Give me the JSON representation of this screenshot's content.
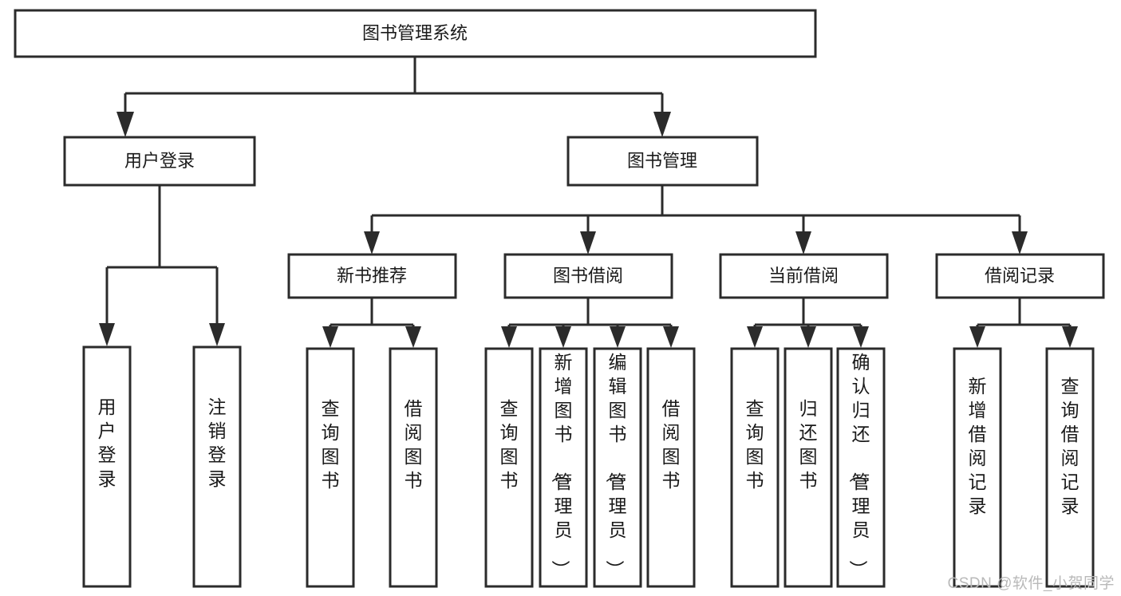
{
  "diagram": {
    "type": "tree-hierarchy",
    "title": "图书管理系统",
    "watermark": "CSDN @软件_小贺同学",
    "colors": {
      "stroke": "#2b2b2b",
      "fill": "#ffffff",
      "text": "#1a1a1a",
      "watermark": "#b9b9b9"
    },
    "nodes": {
      "root": {
        "label": "图书管理系统",
        "level": 0
      },
      "level1": [
        {
          "id": "user-login",
          "label": "用户登录"
        },
        {
          "id": "book-management",
          "label": "图书管理"
        }
      ],
      "level2": [
        {
          "id": "new-book-recommend",
          "label": "新书推荐",
          "parent": "book-management"
        },
        {
          "id": "book-borrow",
          "label": "图书借阅",
          "parent": "book-management"
        },
        {
          "id": "current-borrow",
          "label": "当前借阅",
          "parent": "book-management"
        },
        {
          "id": "borrow-record",
          "label": "借阅记录",
          "parent": "book-management"
        }
      ],
      "leaves": {
        "user-login": [
          {
            "id": "leaf-user-login",
            "label": "用户登录"
          },
          {
            "id": "leaf-logout",
            "label": "注销登录"
          }
        ],
        "new-book-recommend": [
          {
            "id": "leaf-query-book-1",
            "label": "查询图书"
          },
          {
            "id": "leaf-borrow-book-1",
            "label": "借阅图书"
          }
        ],
        "book-borrow": [
          {
            "id": "leaf-query-book-2",
            "label": "查询图书"
          },
          {
            "id": "leaf-add-book",
            "label": "新增图书（管理员）"
          },
          {
            "id": "leaf-edit-book",
            "label": "编辑图书（管理员）"
          },
          {
            "id": "leaf-borrow-book-2",
            "label": "借阅图书"
          }
        ],
        "current-borrow": [
          {
            "id": "leaf-query-book-3",
            "label": "查询图书"
          },
          {
            "id": "leaf-return-book",
            "label": "归还图书"
          },
          {
            "id": "leaf-confirm-return",
            "label": "确认归还（管理员）"
          }
        ],
        "borrow-record": [
          {
            "id": "leaf-add-record",
            "label": "新增借阅记录"
          },
          {
            "id": "leaf-query-record",
            "label": "查询借阅记录"
          }
        ]
      }
    }
  }
}
